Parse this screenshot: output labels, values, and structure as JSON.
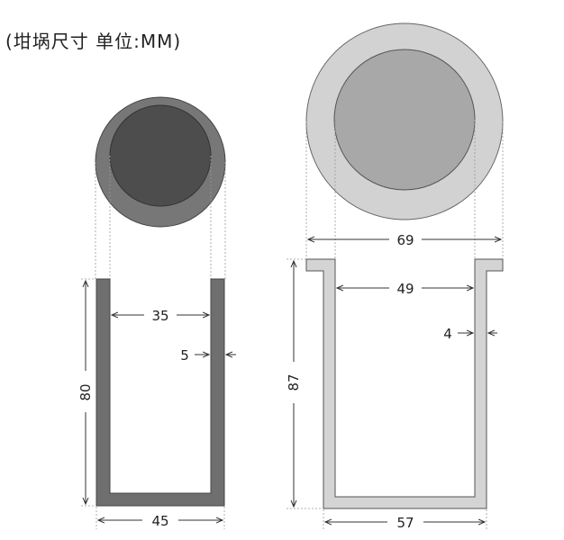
{
  "title": "(坩埚尺寸 单位:MM)",
  "crucible_small": {
    "inner_width": "35",
    "wall": "5",
    "height": "80",
    "outer_width": "45",
    "outer_color": "#777777",
    "inner_color": "#4d4d4d",
    "wall_color": "#6f6f6f"
  },
  "crucible_large": {
    "flange_width": "69",
    "inner_width": "49",
    "wall": "4",
    "height": "87",
    "outer_width": "57",
    "outer_color": "#d2d2d2",
    "inner_color": "#a8a8a8",
    "wall_color": "#d4d4d4"
  }
}
